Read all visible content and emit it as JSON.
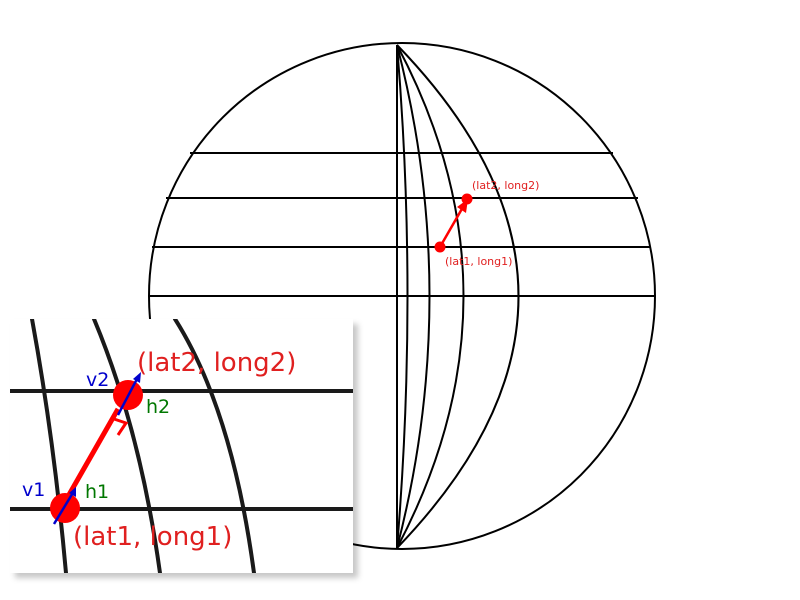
{
  "colors": {
    "line": "#000000",
    "point": "#ff0000",
    "label_red": "#e02020",
    "vertical_vector": "#0000cc",
    "horizontal_label": "#007700"
  },
  "globe": {
    "point1_label": "(lat1, long1)",
    "point2_label": "(lat2, long2)"
  },
  "inset": {
    "point1_label": "(lat1, long1)",
    "point2_label": "(lat2, long2)",
    "v1": "v1",
    "h1": "h1",
    "v2": "v2",
    "h2": "h2"
  }
}
